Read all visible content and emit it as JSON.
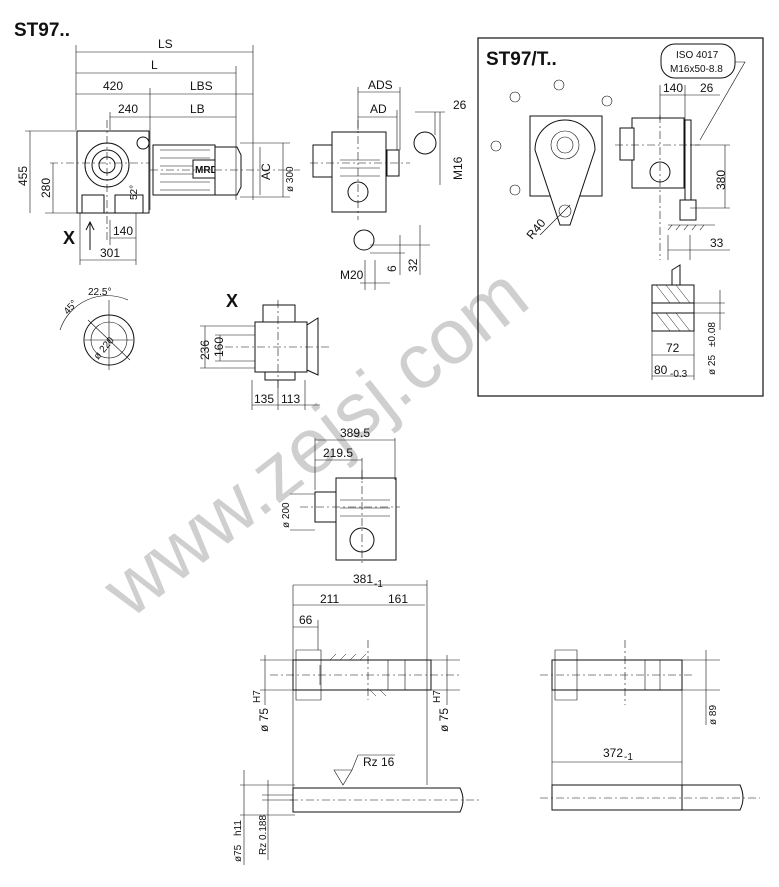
{
  "main_title": "ST97..",
  "front_view": {
    "dims": {
      "LS": "LS",
      "L": "L",
      "d420": "420",
      "LBS": "LBS",
      "d240": "240",
      "LB": "LB",
      "d455": "455",
      "d280": "280",
      "angle52": "52°",
      "d140": "140",
      "d301": "301",
      "AC": "AC",
      "d300": "ø 300"
    },
    "motor_label": "MRD",
    "view_marker": "X"
  },
  "side_view": {
    "ADS": "ADS",
    "AD": "AD",
    "d26": "26",
    "M16": "M16",
    "d6": "6",
    "d32": "32",
    "M20": "M20"
  },
  "flange_view": {
    "a22": "22.5°",
    "a45": "45°",
    "d220": "ø 220"
  },
  "x_view": {
    "marker": "X",
    "d236": "236",
    "d160": "160",
    "d135": "135",
    "d113": "113"
  },
  "middle_view": {
    "d389": "389.5",
    "d219": "219.5",
    "d200": "ø 200"
  },
  "hollow_shaft": {
    "d381": "381",
    "d381_tol": "-1",
    "d211": "211",
    "d161": "161",
    "d66": "66",
    "d75a": "ø 75",
    "d75a_tol": "H7",
    "d75b": "ø 75",
    "d75b_tol": "H7",
    "rz16": "Rz 16",
    "d75h": "ø75",
    "d75h_tol": "h11",
    "rz0188": "Rz 0.188"
  },
  "shrink_disc": {
    "d89": "ø 89",
    "d372": "372",
    "d372_tol": "-1"
  },
  "torque_arm_panel": {
    "title": "ST97/T..",
    "iso_line1": "ISO 4017",
    "iso_line2": "M16x50-8.8",
    "d140": "140",
    "d26": "26",
    "d380": "380",
    "R40": "R40",
    "d33": "33",
    "d72": "72",
    "d80": "80",
    "d80_tol": "-0.3",
    "d25": "ø 25",
    "d25_tol": "±0.08"
  },
  "watermark": "www.zejsj.com"
}
